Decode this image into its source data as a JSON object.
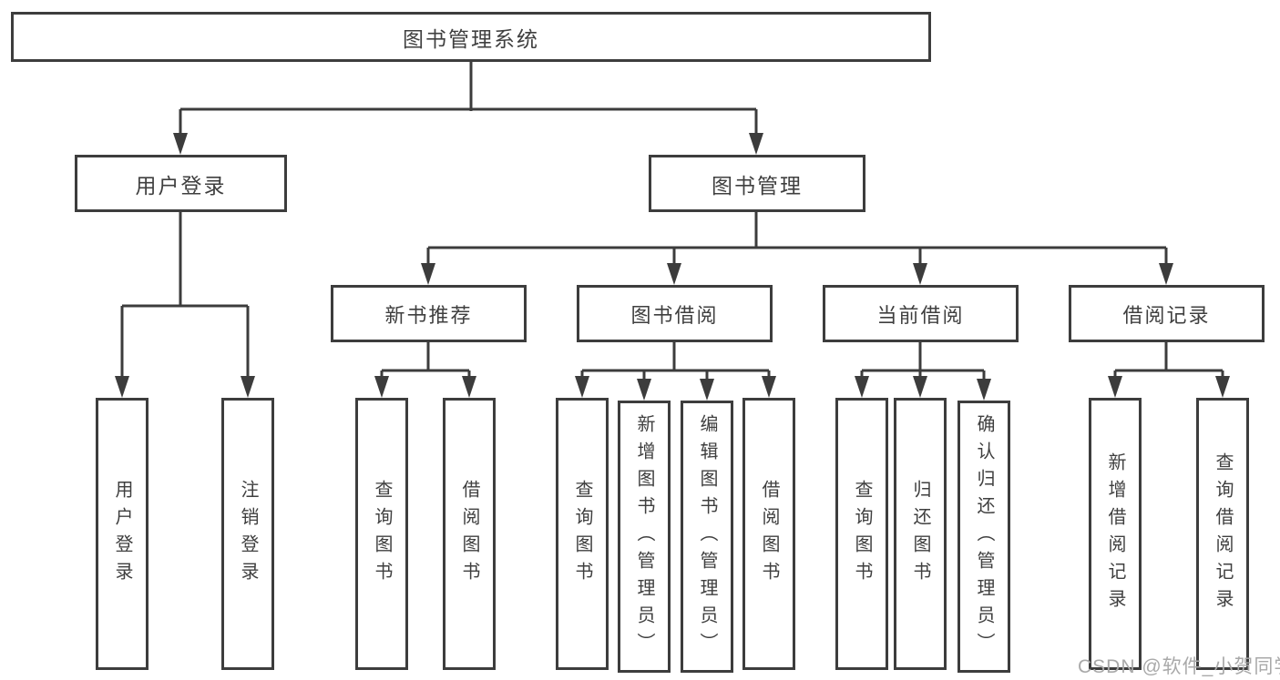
{
  "diagram": {
    "title": "图书管理系统",
    "tree": {
      "label": "图书管理系统",
      "children": [
        {
          "label": "用户登录",
          "children": [
            {
              "label": "用户登录"
            },
            {
              "label": "注销登录"
            }
          ]
        },
        {
          "label": "图书管理",
          "children": [
            {
              "label": "新书推荐",
              "children": [
                {
                  "label": "查询图书"
                },
                {
                  "label": "借阅图书"
                }
              ]
            },
            {
              "label": "图书借阅",
              "children": [
                {
                  "label": "查询图书"
                },
                {
                  "label": "新增图书（管理员）"
                },
                {
                  "label": "编辑图书（管理员）"
                },
                {
                  "label": "借阅图书"
                }
              ]
            },
            {
              "label": "当前借阅",
              "children": [
                {
                  "label": "查询图书"
                },
                {
                  "label": "归还图书"
                },
                {
                  "label": "确认归还（管理员）"
                }
              ]
            },
            {
              "label": "借阅记录",
              "children": [
                {
                  "label": "新增借阅记录"
                },
                {
                  "label": "查询借阅记录"
                }
              ]
            }
          ]
        }
      ]
    }
  },
  "watermark": {
    "text": "CSDN @软件_小贺同学"
  },
  "colors": {
    "line": "#3c3c3c",
    "border": "#3d3d3d",
    "text": "#3f3f3f",
    "background": "#ffffff",
    "watermark": "#a9a9a9"
  }
}
